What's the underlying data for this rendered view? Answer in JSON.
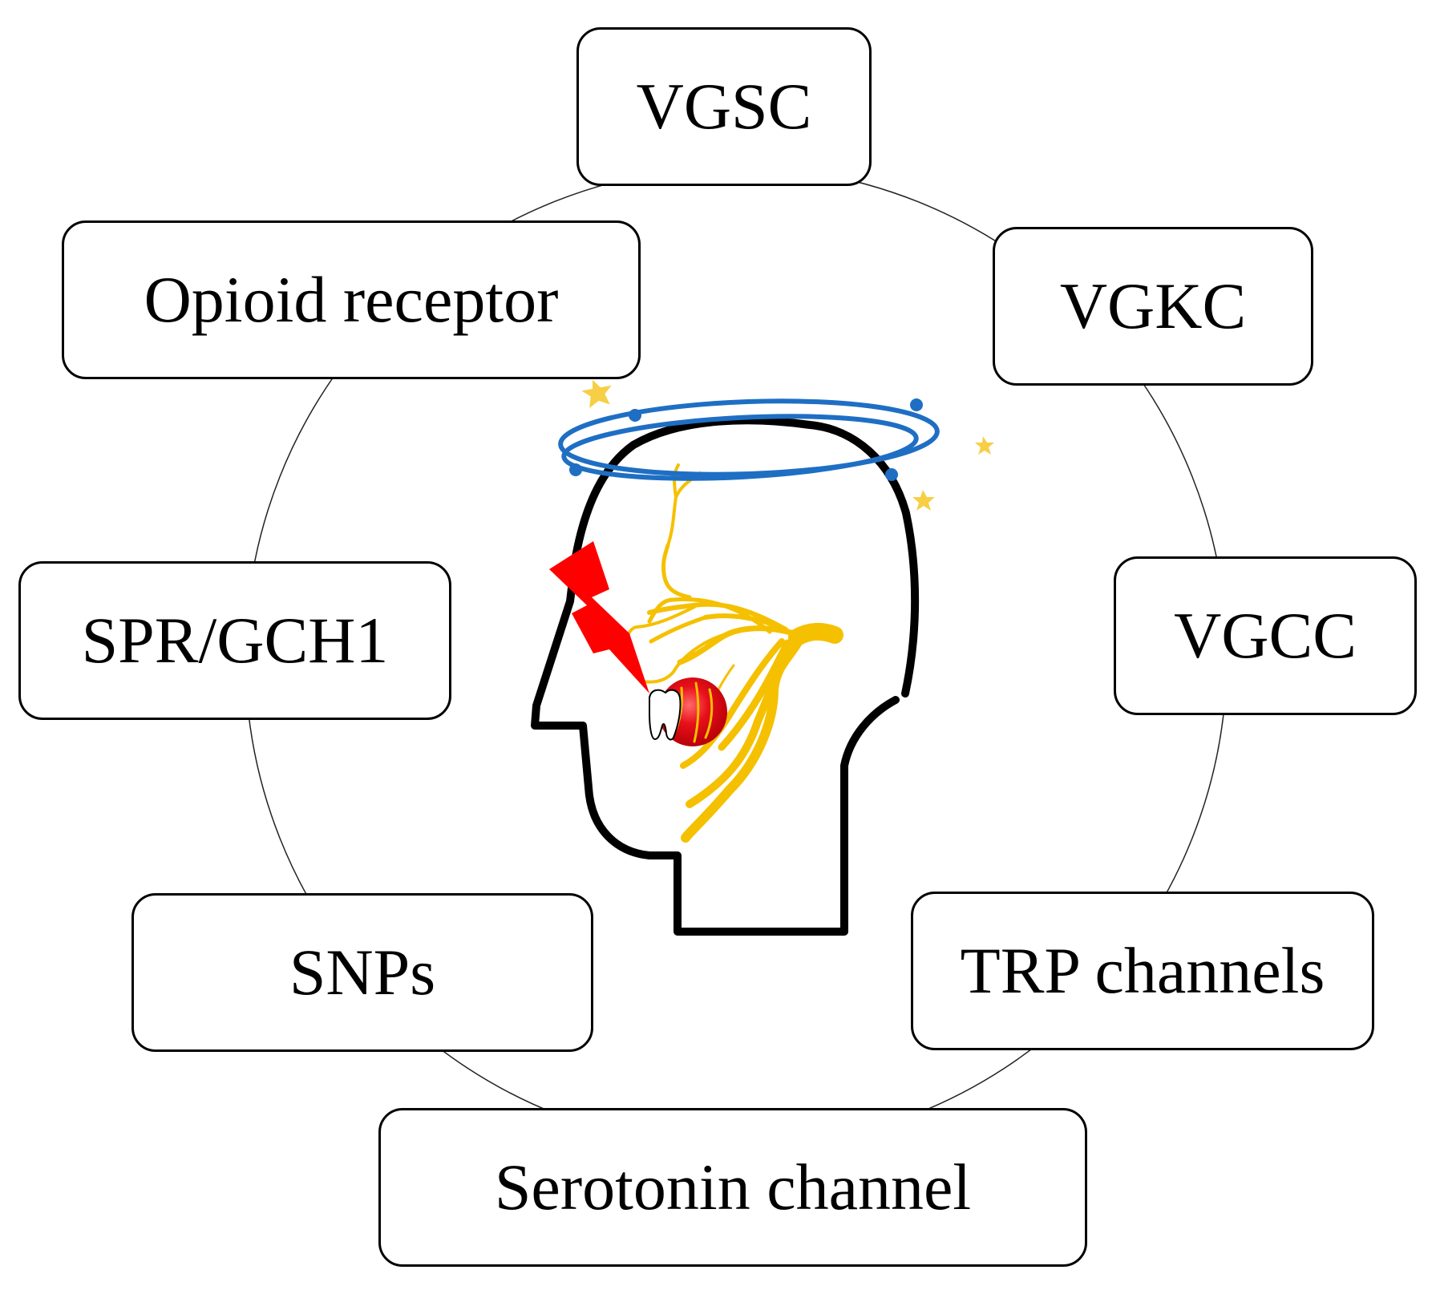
{
  "diagram": {
    "nodes": [
      {
        "id": "vgsc",
        "label": "VGSC"
      },
      {
        "id": "opioid",
        "label": "Opioid receptor"
      },
      {
        "id": "vgkc",
        "label": "VGKC"
      },
      {
        "id": "spr",
        "label": "SPR/GCH1"
      },
      {
        "id": "vgcc",
        "label": "VGCC"
      },
      {
        "id": "snps",
        "label": "SNPs"
      },
      {
        "id": "trp",
        "label": "TRP channels"
      },
      {
        "id": "sero",
        "label": "Serotonin channel"
      }
    ],
    "center_illustration": {
      "subject": "head with dental pain and dizziness",
      "icons": [
        "head-silhouette-icon",
        "trigeminal-nerve-icon",
        "lightning-bolt-icon",
        "pain-spot-icon",
        "tooth-icon",
        "dizzy-halo-icon",
        "star-icon"
      ]
    },
    "colors": {
      "outline": "#000000",
      "nerve": "#F5C000",
      "lightning": "#FF0000",
      "pain_spot": "#E8101A",
      "halo": "#1E6FC4",
      "stars": "#F7CF45"
    }
  }
}
